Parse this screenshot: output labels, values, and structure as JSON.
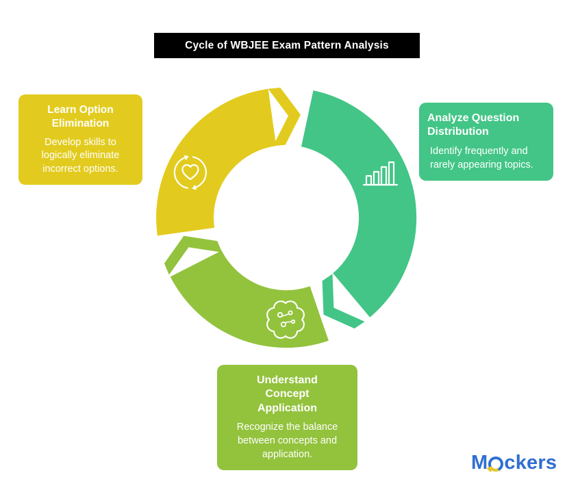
{
  "header": {
    "title": "Cycle of WBJEE Exam Pattern Analysis"
  },
  "colors": {
    "header_bg": "#000000",
    "header_fg": "#ffffff",
    "yellow": "#e2cb1e",
    "green": "#42c586",
    "lime": "#93c23d",
    "icon_white": "#ffffff",
    "logo_blue": "#2f6fd0",
    "logo_yellow": "#e8c92a"
  },
  "cards": {
    "left": {
      "title": "Learn Option Elimination",
      "body": "Develop skills to logically eliminate incorrect options."
    },
    "right": {
      "title": "Analyze Question Distribution",
      "body": "Identify frequently and rarely appearing topics."
    },
    "bottom": {
      "title": "Understand Concept Application",
      "body": "Recognize the balance between concepts and application."
    }
  },
  "cycle": {
    "segments": [
      {
        "id": "learn-option-elimination",
        "color": "yellow",
        "icon": "heart-refresh-icon"
      },
      {
        "id": "analyze-question-distribution",
        "color": "green",
        "icon": "bar-chart-icon"
      },
      {
        "id": "understand-concept-application",
        "color": "lime",
        "icon": "brain-circuit-icon"
      }
    ]
  },
  "logo": {
    "prefix": "M",
    "suffix": "ckers"
  }
}
